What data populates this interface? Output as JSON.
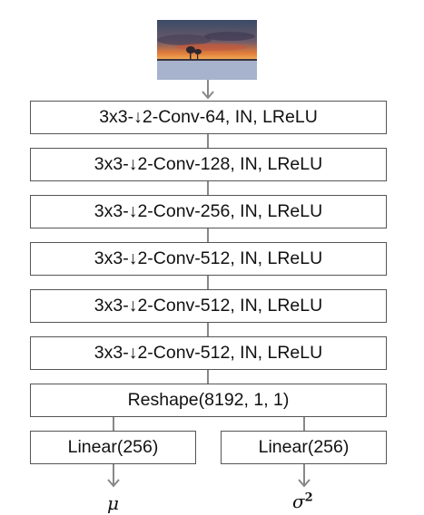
{
  "input_image": {
    "icon": "sunset-landscape-photo"
  },
  "encoder_layers": [
    "3x3-↓2-Conv-64, IN, LReLU",
    "3x3-↓2-Conv-128, IN, LReLU",
    "3x3-↓2-Conv-256, IN, LReLU",
    "3x3-↓2-Conv-512, IN, LReLU",
    "3x3-↓2-Conv-512, IN, LReLU",
    "3x3-↓2-Conv-512, IN, LReLU"
  ],
  "reshape": "Reshape(8192, 1, 1)",
  "heads": {
    "left": {
      "label": "Linear(256)",
      "output": "μ"
    },
    "right": {
      "label": "Linear(256)",
      "output_base": "σ",
      "output_sup": "2"
    }
  },
  "colors": {
    "border": "#555555",
    "connector": "#888888",
    "text": "#111111"
  }
}
